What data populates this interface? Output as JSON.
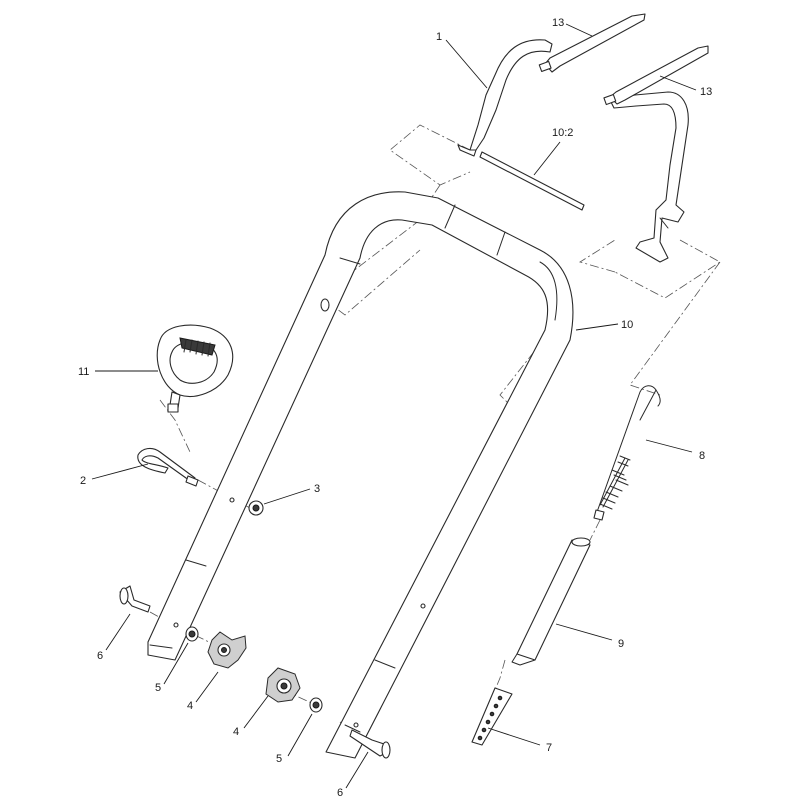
{
  "diagram": {
    "callouts": [
      {
        "id": "c-1",
        "label": "1"
      },
      {
        "id": "c-13a",
        "label": "13"
      },
      {
        "id": "c-13b",
        "label": "13"
      },
      {
        "id": "c-10-2",
        "label": "10:2"
      },
      {
        "id": "c-10",
        "label": "10"
      },
      {
        "id": "c-11",
        "label": "11"
      },
      {
        "id": "c-2",
        "label": "2"
      },
      {
        "id": "c-3",
        "label": "3"
      },
      {
        "id": "c-8",
        "label": "8"
      },
      {
        "id": "c-9",
        "label": "9"
      },
      {
        "id": "c-6a",
        "label": "6"
      },
      {
        "id": "c-5a",
        "label": "5"
      },
      {
        "id": "c-4a",
        "label": "4"
      },
      {
        "id": "c-4b",
        "label": "4"
      },
      {
        "id": "c-5b",
        "label": "5"
      },
      {
        "id": "c-6b",
        "label": "6"
      },
      {
        "id": "c-7",
        "label": "7"
      }
    ]
  }
}
